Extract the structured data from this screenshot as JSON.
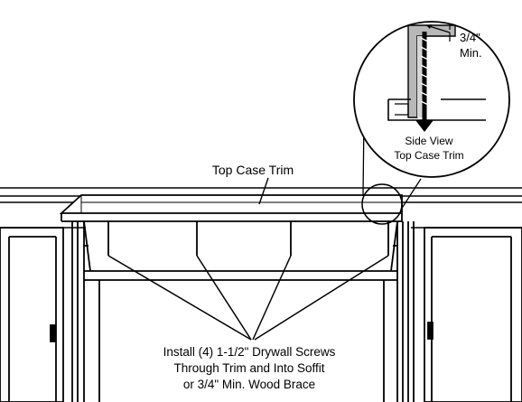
{
  "labels": {
    "top_case_trim": "Top Case Trim",
    "dimension": "3/4\"",
    "dimension_min": "Min.",
    "side_view": "Side View",
    "side_view_subject": "Top Case Trim",
    "instruction_line1": "Install (4) 1-1/2\" Drywall Screws",
    "instruction_line2": "Through Trim and Into Soffit",
    "instruction_line3": "or 3/4\" Min. Wood Brace"
  },
  "screw_count": 4,
  "colors": {
    "line": "#000000",
    "shade": "#b8b8b8",
    "background": "#ffffff"
  }
}
